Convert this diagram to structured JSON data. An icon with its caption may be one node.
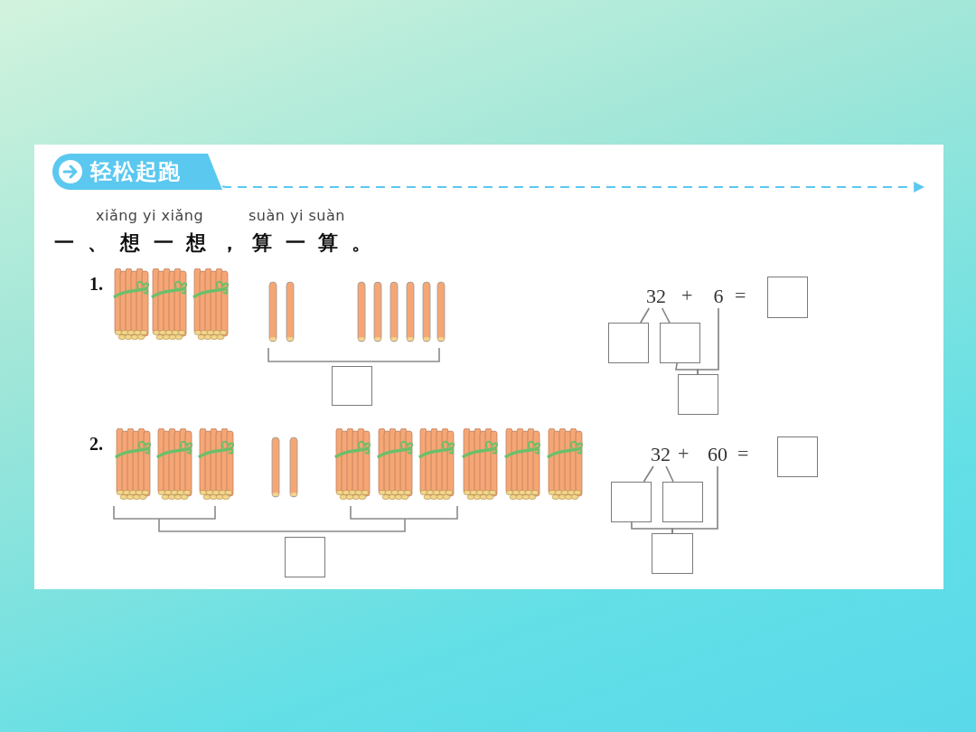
{
  "diagram": {
    "nodes": [
      {
        "text": [
          "轻松起跑"
        ]
      },
      {
        "text": [],
        "shape": "box"
      },
      {
        "text": [
          "32"
        ]
      },
      {
        "text": [
          "6"
        ]
      },
      {
        "text": [],
        "shape": "box"
      },
      {
        "text": [],
        "shape": "box"
      },
      {
        "text": [],
        "shape": "box"
      },
      {
        "text": [],
        "shape": "box"
      },
      {
        "text": [],
        "shape": "box"
      },
      {
        "text": [
          "32"
        ]
      },
      {
        "text": [
          "60"
        ]
      },
      {
        "text": [],
        "shape": "box"
      },
      {
        "text": [],
        "shape": "box"
      },
      {
        "text": [],
        "shape": "box"
      },
      {
        "text": [],
        "shape": "box"
      }
    ],
    "edges": [
      {
        "from": 0,
        "to": null,
        "arrow": "to",
        "style": "dashed",
        "color": "#5bc8f0"
      },
      {
        "from": 2,
        "to": 5,
        "arrow": "none"
      },
      {
        "from": 2,
        "to": 6,
        "arrow": "none"
      },
      {
        "from": 6,
        "to": 7,
        "arrow": "none"
      },
      {
        "from": 3,
        "to": 7,
        "arrow": "none"
      },
      {
        "from": 9,
        "to": 12,
        "arrow": "none"
      },
      {
        "from": 9,
        "to": 13,
        "arrow": "none"
      },
      {
        "from": 12,
        "to": 14,
        "arrow": "none"
      },
      {
        "from": 10,
        "to": 14,
        "arrow": "none"
      }
    ],
    "labels": [
      "xiǎng yi xiǎng",
      "suàn yi suàn",
      "一、想一想，算一算。",
      "1.",
      "+",
      "=",
      "2.",
      "+",
      "="
    ]
  }
}
